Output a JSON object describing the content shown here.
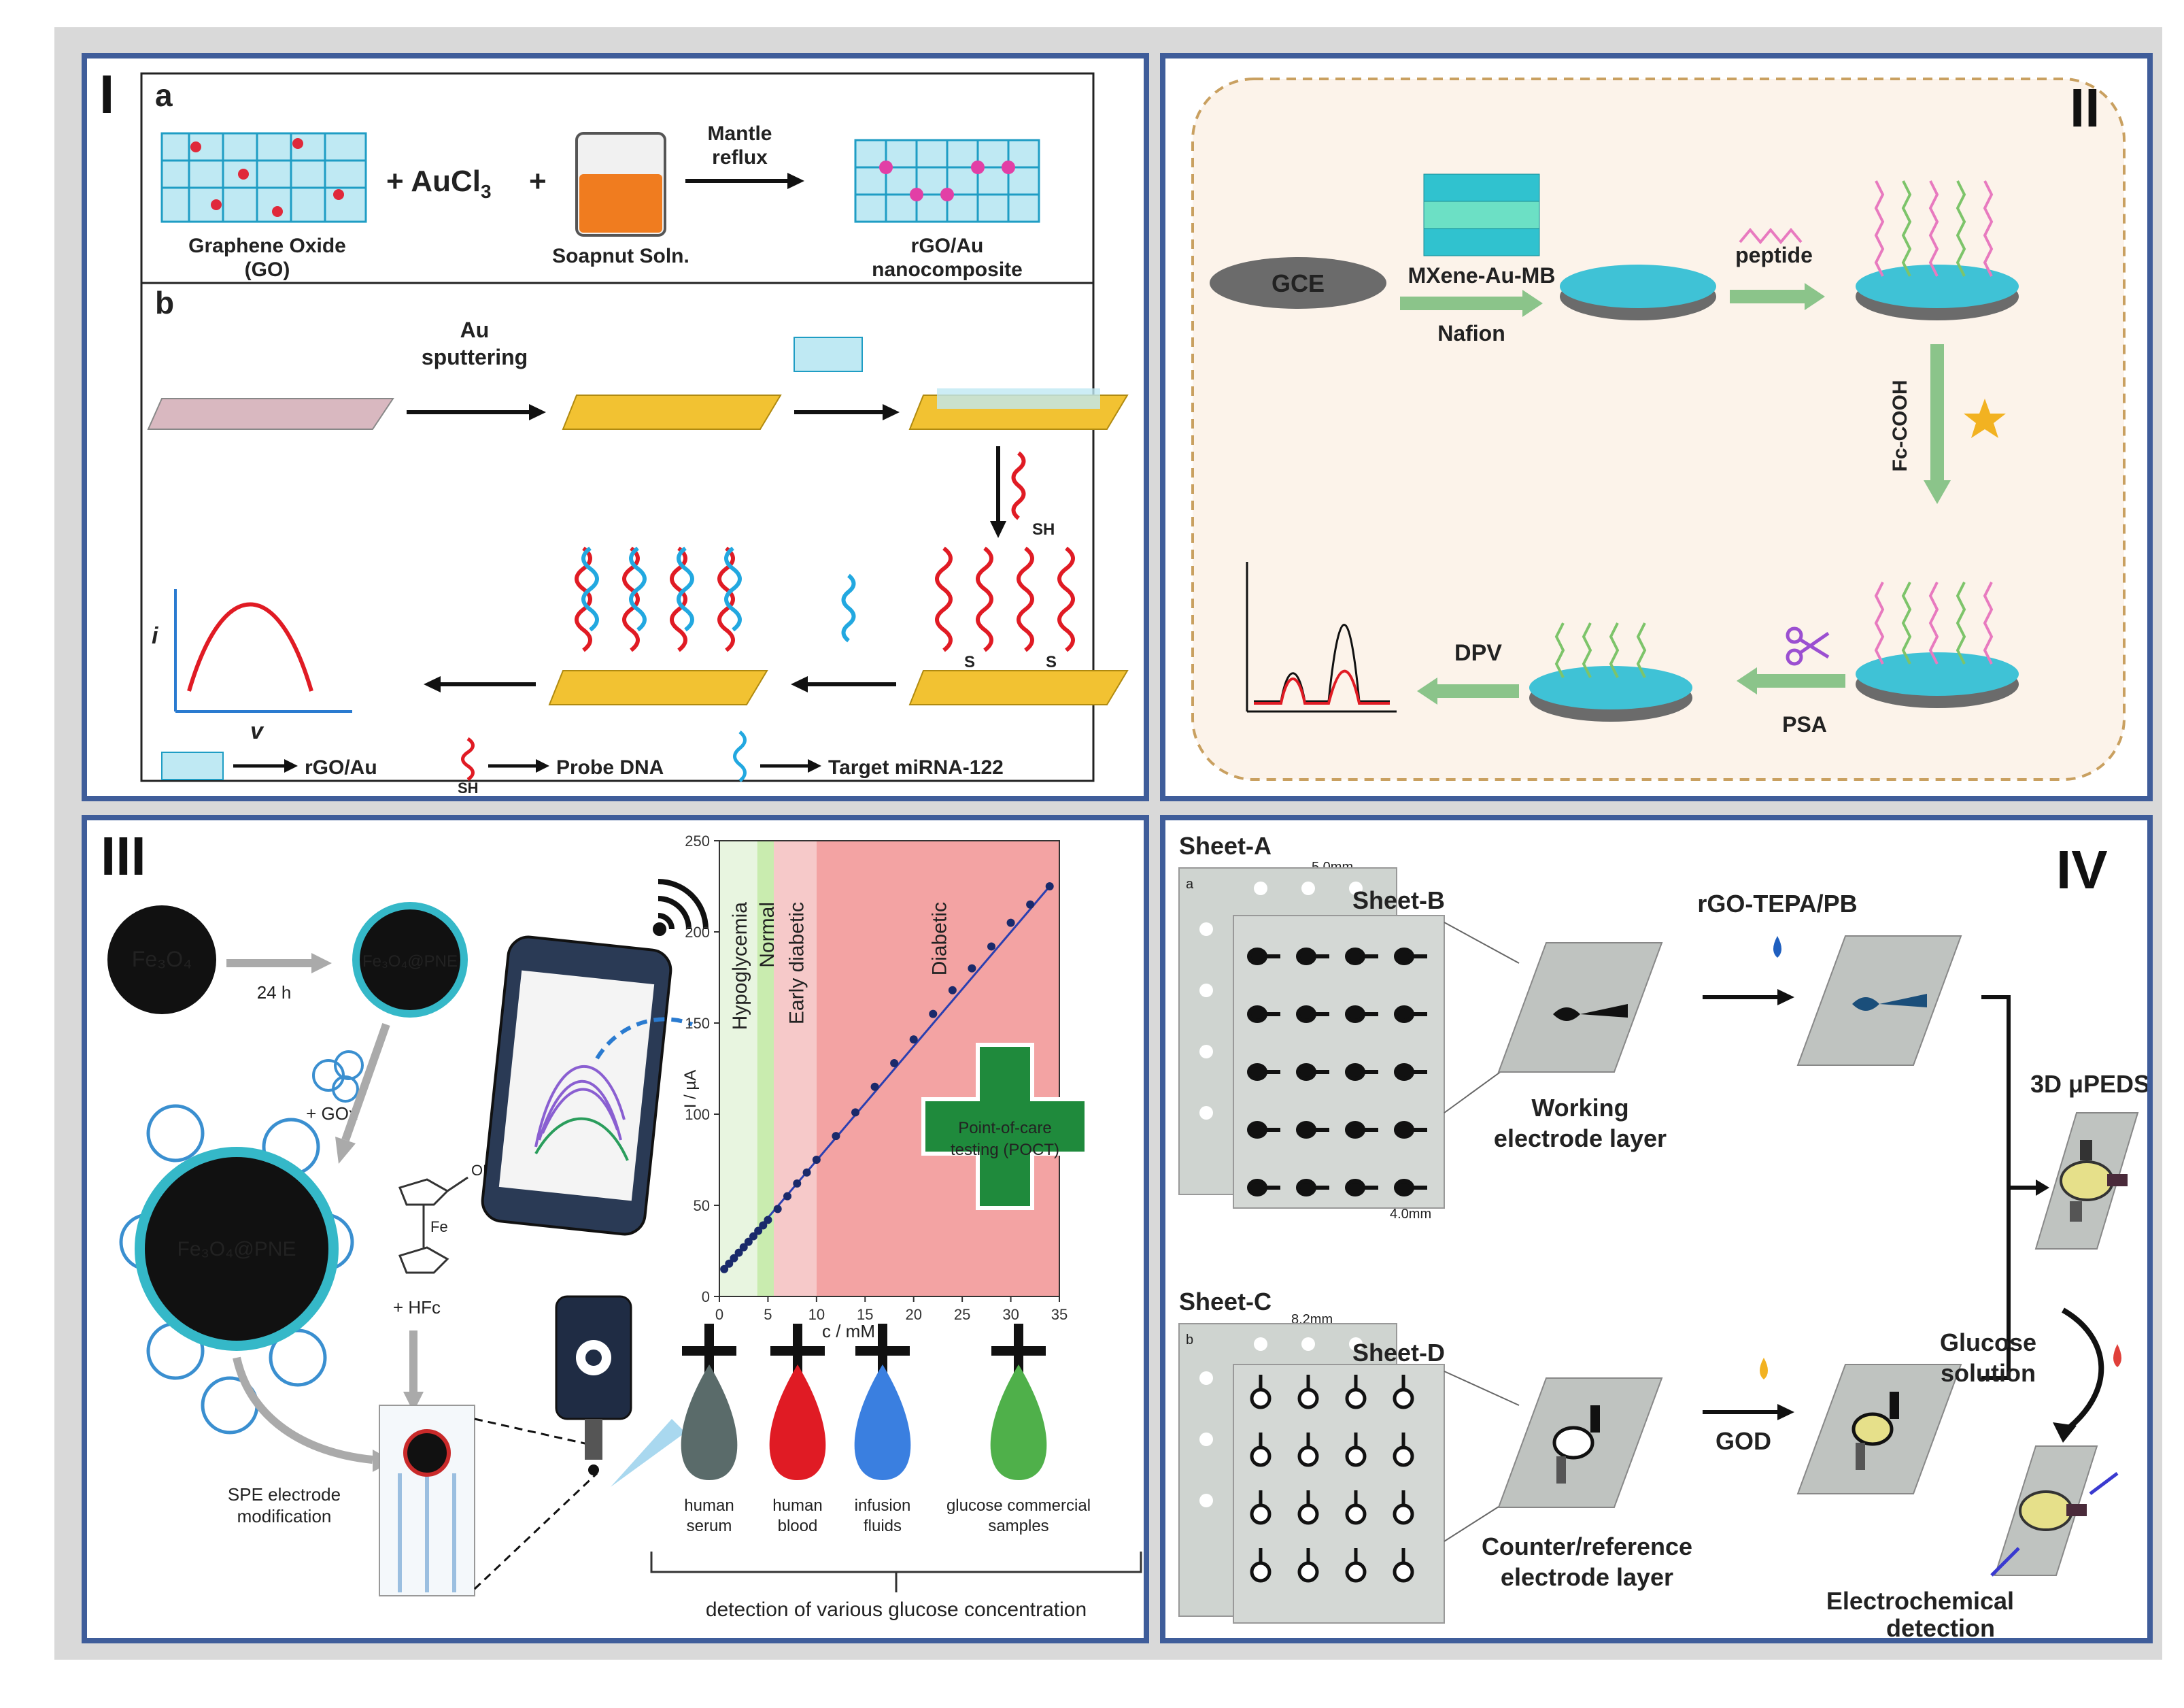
{
  "panel_i": {
    "roman": "I",
    "sub_a": "a",
    "sub_b": "b",
    "reagent": "+ AuCl",
    "reagent_sub": "3",
    "plus": "+",
    "arrow_label_1": "Mantle",
    "arrow_label_2": "reflux",
    "go_label_1": "Graphene Oxide",
    "go_label_2": "(GO)",
    "soapnut": "Soapnut Soln.",
    "product_1": "rGO/Au",
    "product_2": "nanocomposite",
    "sputter_1": "Au",
    "sputter_2": "sputtering",
    "sh": "SH",
    "s": "S",
    "i_axis": "i",
    "v_axis": "v",
    "legend_rgo": "rGO/Au",
    "legend_probe": "Probe DNA",
    "legend_target": "Target  miRNA-122"
  },
  "panel_ii": {
    "roman": "II",
    "gce": "GCE",
    "mxene": "MXene-Au-MB",
    "nafion": "Nafion",
    "peptide": "peptide",
    "fc": "Fc-COOH",
    "psa": "PSA",
    "dpv": "DPV"
  },
  "panel_iii": {
    "roman": "III",
    "fe3o4": "Fe₃O₄",
    "fe3o4_pne": "Fe₃O₄@PNE",
    "time": "24 h",
    "gox": "+ GOx",
    "hfc": "+ HFc",
    "fe": "Fe",
    "oh": "OH",
    "spe_1": "SPE electrode",
    "spe_2": "modification",
    "poct_1": "Point-of-care",
    "poct_2": "testing (POCT)",
    "samples": [
      {
        "l1": "human",
        "l2": "serum",
        "color": "#5a6b6a"
      },
      {
        "l1": "human",
        "l2": "blood",
        "color": "#e01b24"
      },
      {
        "l1": "infusion",
        "l2": "fluids",
        "color": "#3a7fe0"
      },
      {
        "l1": "glucose commercial",
        "l2": "samples",
        "color": "#4fb04a"
      }
    ],
    "detection": "detection of various glucose concentration",
    "colors": {
      "shell": "#35b8c8",
      "enzyme": "#3a8fd0",
      "zone_hypo": "#e8f5e0",
      "zone_normal": "#c9ecaf",
      "zone_early": "#f6c9c9",
      "zone_diabetic": "#f3a3a3"
    }
  },
  "chart_data": {
    "type": "scatter",
    "xlabel": "c / mM",
    "ylabel": "I / µA",
    "xlim": [
      0,
      35
    ],
    "ylim": [
      0,
      250
    ],
    "x_ticks": [
      0,
      5,
      10,
      15,
      20,
      25,
      30,
      35
    ],
    "y_ticks": [
      0,
      50,
      100,
      150,
      200,
      250
    ],
    "regions": [
      {
        "label": "Hypoglycemia",
        "from": 0,
        "to": 3.9
      },
      {
        "label": "Normal",
        "from": 3.9,
        "to": 5.6
      },
      {
        "label": "Early diabetic",
        "from": 5.6,
        "to": 10
      },
      {
        "label": "Diabetic",
        "from": 10,
        "to": 35
      }
    ],
    "series": [
      {
        "x": [
          0.5,
          1,
          1.5,
          2,
          2.5,
          3,
          3.5,
          4,
          4.5,
          5,
          6,
          7,
          8,
          9,
          10,
          12,
          14,
          16,
          18,
          20,
          22,
          24,
          26,
          28,
          30,
          32,
          34
        ],
        "y": [
          15,
          18,
          21,
          24,
          27,
          30,
          33,
          36,
          39,
          42,
          48,
          55,
          62,
          68,
          75,
          88,
          101,
          115,
          128,
          141,
          155,
          168,
          180,
          192,
          205,
          215,
          225
        ]
      }
    ],
    "grid": false
  },
  "panel_iv": {
    "roman": "IV",
    "sheet_a": "Sheet-A",
    "sheet_b": "Sheet-B",
    "sheet_c": "Sheet-C",
    "sheet_d": "Sheet-D",
    "dim_a": "5.0mm",
    "dim_b": "4.0mm",
    "dim_c": "8.2mm",
    "tag_a": "a",
    "tag_b": "b",
    "rgo": "rGO-TEPA/PB",
    "god": "GOD",
    "working_1": "Working",
    "working_2": "electrode layer",
    "counter_1": "Counter/reference",
    "counter_2": "electrode layer",
    "peds": "3D μPEDS",
    "glucose_1": "Glucose",
    "glucose_2": "solution",
    "echem_1": "Electrochemical",
    "echem_2": "detection"
  }
}
